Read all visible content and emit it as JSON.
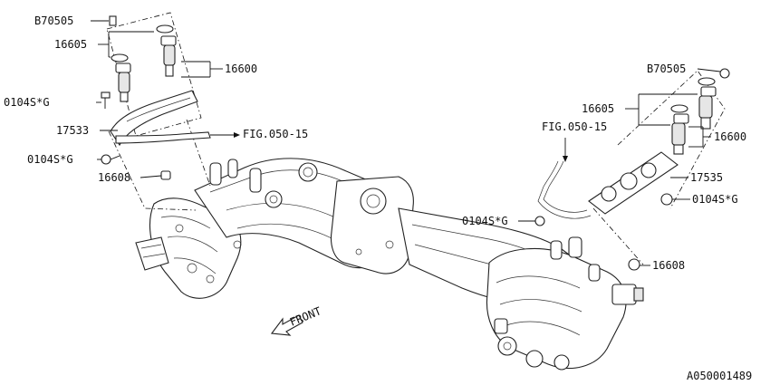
{
  "diagram_id": "A050001489",
  "labels": {
    "left_b70505": "B70505",
    "left_16605": "16605",
    "left_16600": "16600",
    "left_0104s_upper": "0104S*G",
    "left_17533": "17533",
    "left_fig": "FIG.050-15",
    "left_0104s_lower": "0104S*G",
    "left_16608": "16608",
    "right_b70505": "B70505",
    "right_16605": "16605",
    "right_fig": "FIG.050-15",
    "right_16600": "16600",
    "right_17535": "17535",
    "right_0104s_side": "0104S*G",
    "center_0104s": "0104S*G",
    "right_16608": "16608",
    "front": "FRONT"
  }
}
